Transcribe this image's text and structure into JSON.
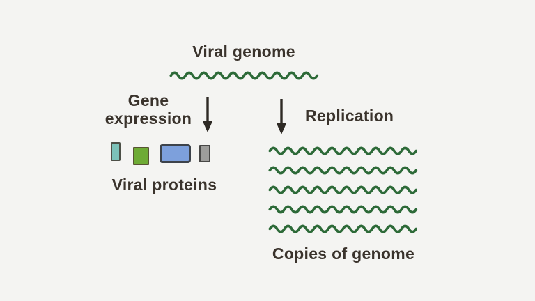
{
  "diagram": {
    "title": "Viral genome",
    "left_branch": {
      "process_label": "Gene\nexpression",
      "arrow_icon": "down-arrow-icon",
      "result_label": "Viral proteins"
    },
    "right_branch": {
      "process_label": "Replication",
      "arrow_icon": "down-arrow-icon",
      "result_label": "Copies of genome",
      "copies_count": 5
    },
    "proteins": [
      {
        "name": "protein-shape-teal",
        "color": "#7cc2b9",
        "border": "#4c4f46"
      },
      {
        "name": "protein-shape-green",
        "color": "#6eab35",
        "border": "#575433"
      },
      {
        "name": "protein-shape-blue",
        "color": "#7da0dc",
        "border": "#3d434b"
      },
      {
        "name": "protein-shape-gray",
        "color": "#9d9d9b",
        "border": "#474746"
      }
    ],
    "colors": {
      "background": "#f4f4f2",
      "text": "#3a332c",
      "arrow": "#2e2a25",
      "genome_wave": "#2d6a38"
    }
  }
}
